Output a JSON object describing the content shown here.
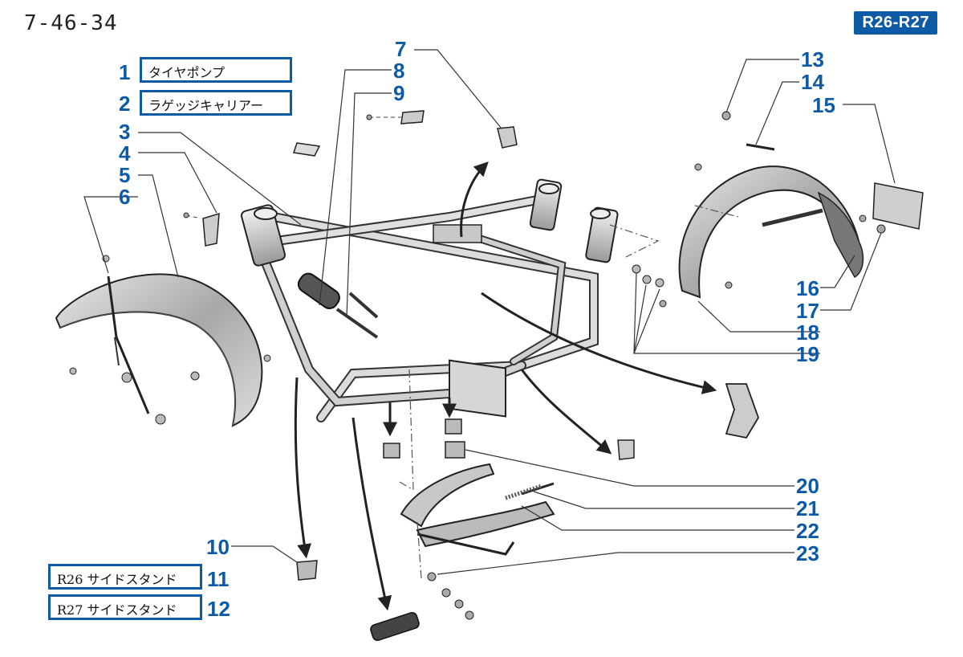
{
  "header": {
    "page_number": "7-46-34",
    "model_badge": "R26-R27"
  },
  "legend": [
    {
      "num": "1",
      "text": "タイヤポンプ"
    },
    {
      "num": "2",
      "text": "ラゲッジキャリアー"
    },
    {
      "num": "11",
      "text": "R26 サイドスタンド"
    },
    {
      "num": "12",
      "text": "R27 サイドスタンド"
    }
  ],
  "callouts": [
    "3",
    "4",
    "5",
    "6",
    "7",
    "8",
    "9",
    "10",
    "13",
    "14",
    "15",
    "16",
    "17",
    "18",
    "19",
    "20",
    "21",
    "22",
    "23"
  ],
  "colors": {
    "accent": "#0d5aa7",
    "line": "#333333",
    "metal": "#d8d8d8"
  }
}
